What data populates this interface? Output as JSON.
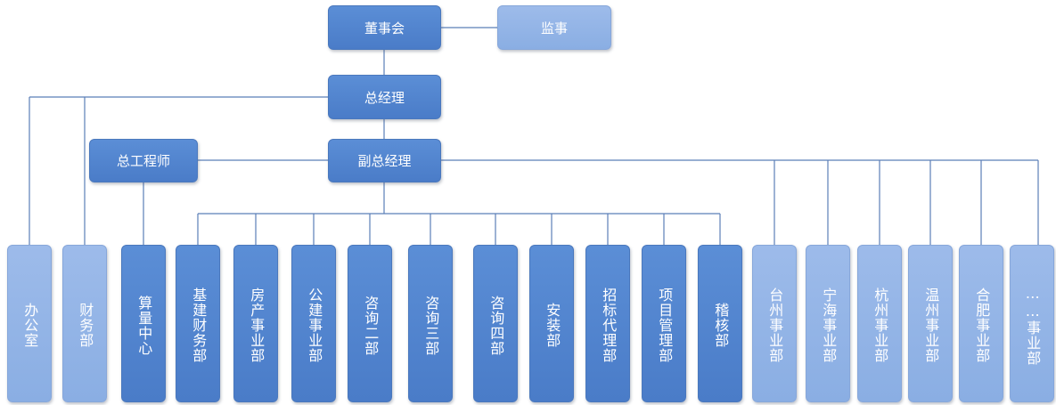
{
  "colors": {
    "dark": "#4f86d0",
    "light": "#93b3e6",
    "line": "#5b7fb8"
  },
  "top": {
    "board": "董事会",
    "supervisor": "监事",
    "general_manager": "总经理",
    "chief_engineer": "总工程师",
    "deputy_gm": "副总经理"
  },
  "departments": [
    "办公室",
    "财务部",
    "算量中心",
    "基建财务部",
    "房产事业部",
    "公建事业部",
    "咨询二部",
    "咨询三部",
    "咨询四部",
    "安装部",
    "招标代理部",
    "项目管理部",
    "稽核部",
    "台州事业部",
    "宁海事业部",
    "杭州事业部",
    "温州事业部",
    "合肥事业部",
    "……事业部"
  ]
}
